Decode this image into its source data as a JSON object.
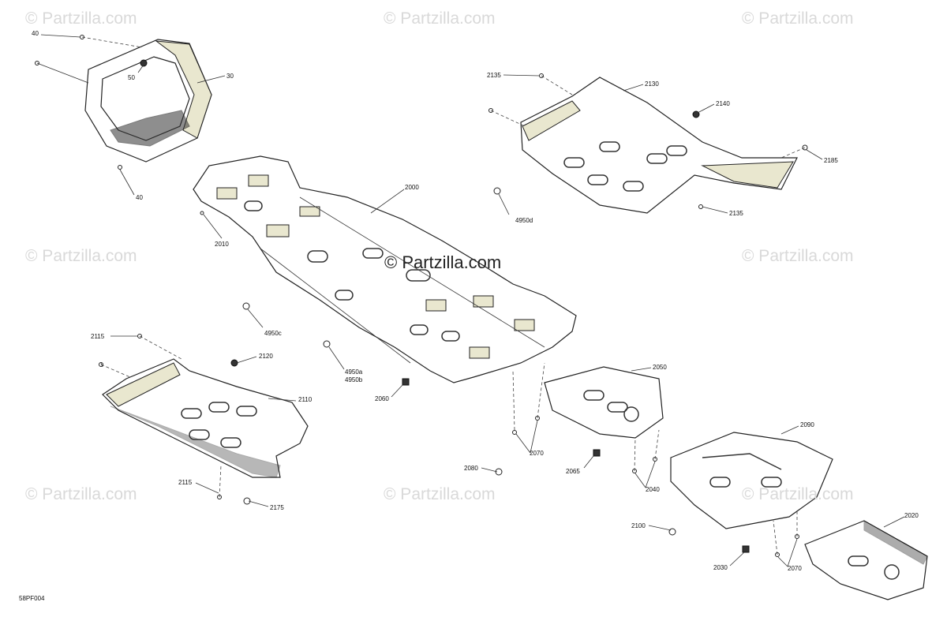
{
  "watermarks": [
    "© Partzilla.com",
    "© Partzilla.com",
    "© Partzilla.com",
    "© Partzilla.com",
    "© Partzilla.com",
    "© Partzilla.com",
    "© Partzilla.com",
    "© Partzilla.com"
  ],
  "center_watermark": "© Partzilla.com",
  "reference_code": "58PF004",
  "callouts": {
    "c40a": "40",
    "c40b": "40",
    "c50": "50",
    "c30": "30",
    "c2135a": "2135",
    "c2130": "2130",
    "c2140": "2140",
    "c2185": "2185",
    "c2135b": "2135",
    "c2000": "2000",
    "c2010": "2010",
    "c4950d": "4950d",
    "c4950c": "4950c",
    "c2115a": "2115",
    "c2120": "2120",
    "c2110": "2110",
    "c2115b": "2115",
    "c2175": "2175",
    "c4950a": "4950a",
    "c4950b": "4950b",
    "c2060": "2060",
    "c2050": "2050",
    "c2070a": "2070",
    "c2080": "2080",
    "c2065": "2065",
    "c2040": "2040",
    "c2090": "2090",
    "c2100": "2100",
    "c2020": "2020",
    "c2030": "2030",
    "c2070b": "2070"
  }
}
